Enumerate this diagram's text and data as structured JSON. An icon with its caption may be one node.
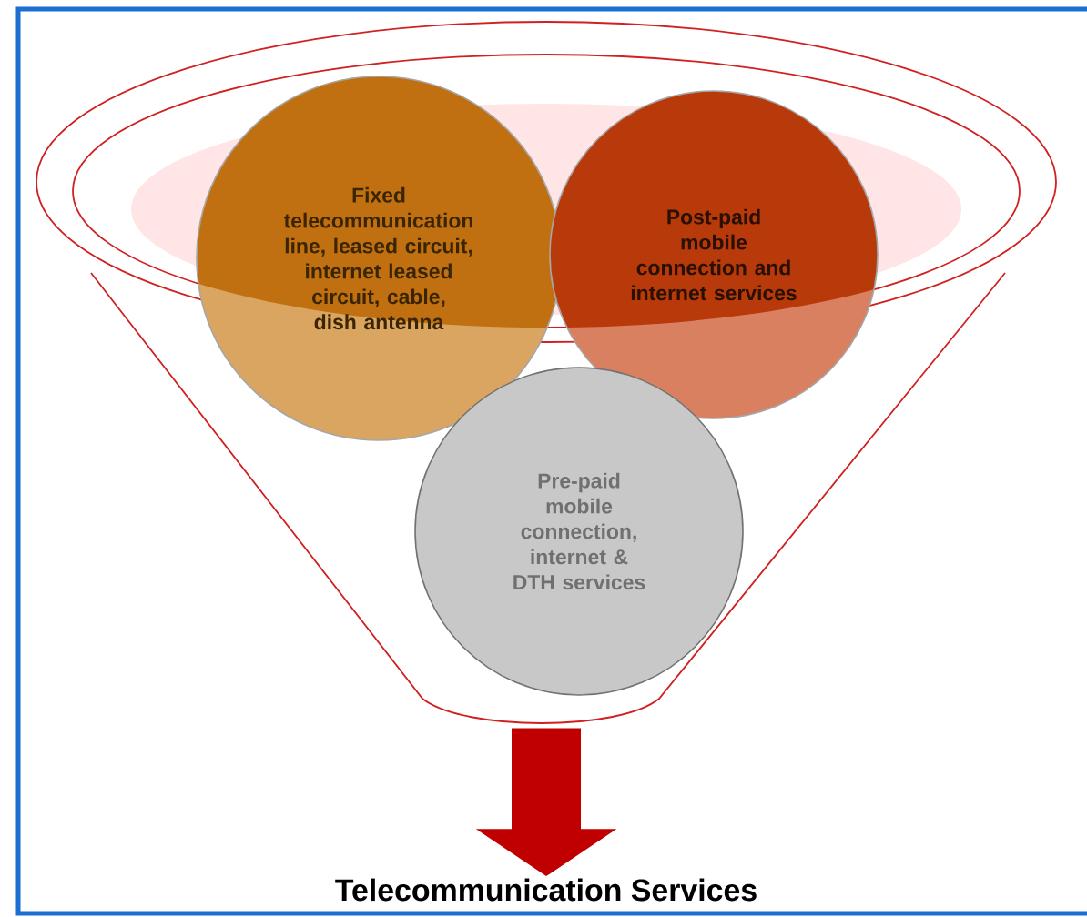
{
  "diagram": {
    "nodes": [
      {
        "text": [],
        "shape": "funnel"
      },
      {
        "text": [
          "Fixed telecommunication line, leased circuit, internet leased circuit, cable, dish antenna"
        ],
        "in": 0
      },
      {
        "text": [
          "Post-paid mobile connection and internet services"
        ],
        "in": 0
      },
      {
        "text": [
          "Pre-paid mobile connection, internet & DTH services"
        ],
        "in": 0
      },
      {
        "text": [
          "Telecommunication Services"
        ]
      }
    ],
    "edges": [
      {
        "from": 0,
        "to": 4,
        "arrow": "to",
        "color": "#c00000"
      }
    ]
  }
}
